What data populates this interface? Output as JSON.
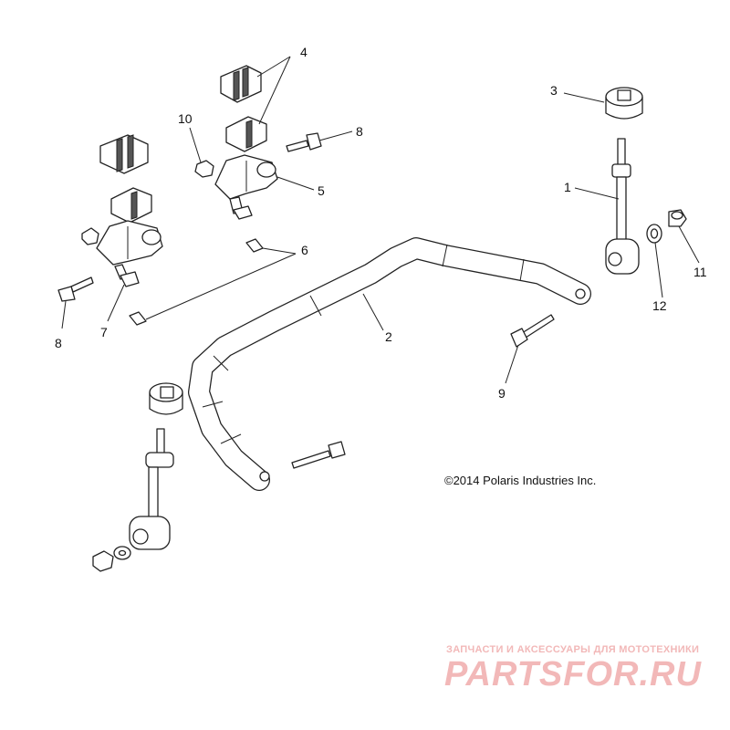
{
  "callouts": {
    "c1": "1",
    "c2": "2",
    "c3": "3",
    "c4": "4",
    "c5": "5",
    "c6": "6",
    "c7": "7",
    "c8a": "8",
    "c8b": "8",
    "c9": "9",
    "c10": "10",
    "c11": "11",
    "c12": "12"
  },
  "copyright": "©2014 Polaris Industries Inc.",
  "watermark": {
    "subtitle": "ЗАПЧАСТИ И АКСЕССУАРЫ ДЛЯ МОТОТЕХНИКИ",
    "logo": "PARTSFOR.RU",
    "color": "#f2b8b8"
  },
  "colors": {
    "line": "#222222",
    "background": "#ffffff"
  }
}
